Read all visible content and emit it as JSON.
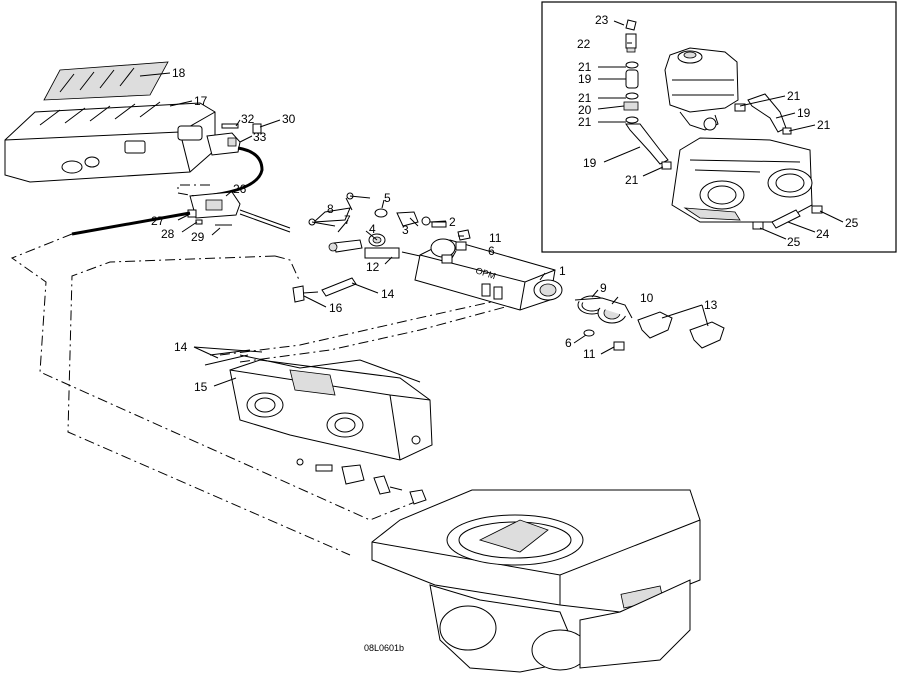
{
  "drawing_code": "08L0601b",
  "labels": {
    "l1": "1",
    "l2": "2",
    "l3": "3",
    "l4": "4",
    "l5": "5",
    "l6a": "6",
    "l6b": "6",
    "l7": "7",
    "l8": "8",
    "l9": "9",
    "l10": "10",
    "l11a": "11",
    "l11b": "11",
    "l12": "12",
    "l13": "13",
    "l14a": "14",
    "l14b": "14",
    "l15": "15",
    "l16": "16",
    "l17": "17",
    "l18": "18",
    "l19a": "19",
    "l19b": "19",
    "l19c": "19",
    "l20": "20",
    "l21a": "21",
    "l21b": "21",
    "l21c": "21",
    "l21d": "21",
    "l21e": "21",
    "l21f": "21",
    "l22": "22",
    "l23": "23",
    "l24": "24",
    "l25a": "25",
    "l25b": "25",
    "l26": "26",
    "l27": "27",
    "l28": "28",
    "l29": "29",
    "l30": "30",
    "l32": "32",
    "l33": "33"
  }
}
